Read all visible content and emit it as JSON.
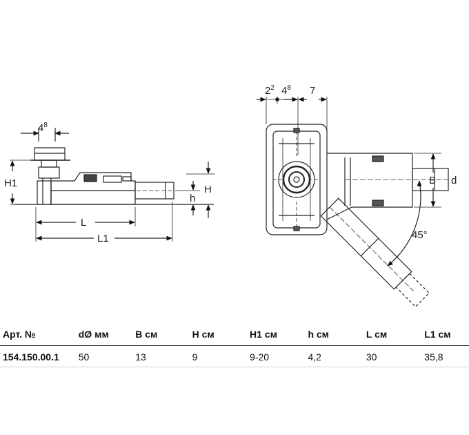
{
  "side_view": {
    "dim_top_base": "4",
    "dim_top_sup": "8",
    "label_h1": "H1",
    "label_H": "H",
    "label_h": "h",
    "label_L": "L",
    "label_L1": "L1"
  },
  "top_view": {
    "dim_a_base": "2",
    "dim_a_sup": "2",
    "dim_b_base": "4",
    "dim_b_sup": "8",
    "dim_c": "7",
    "label_B": "B",
    "label_d": "d",
    "angle": "45°"
  },
  "table": {
    "headers": [
      "Арт. №",
      "dØ мм",
      "B см",
      "H см",
      "H1 см",
      "h см",
      "L см",
      "L1 см"
    ],
    "rows": [
      [
        "154.150.00.1",
        "50",
        "13",
        "9",
        "9-20",
        "4,2",
        "30",
        "35,8"
      ]
    ]
  }
}
